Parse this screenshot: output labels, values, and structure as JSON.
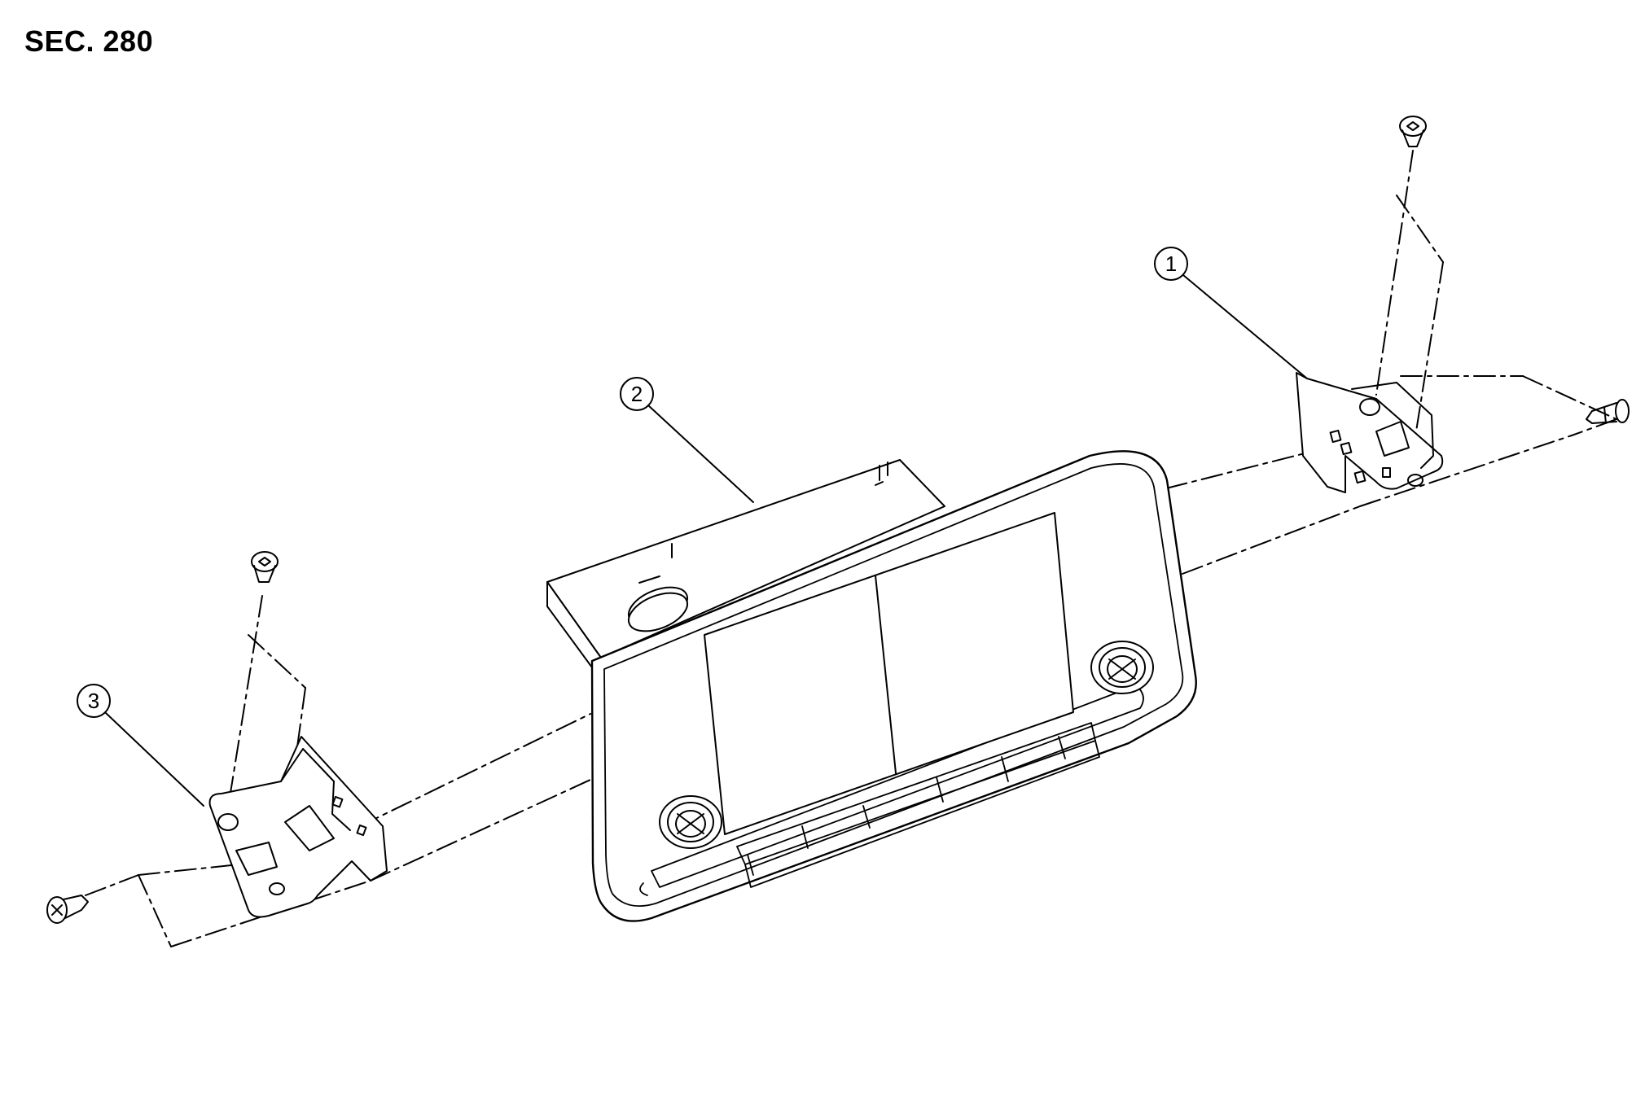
{
  "diagram": {
    "section_label": "SEC. 280",
    "callouts": [
      {
        "id": "callout-1",
        "label": "1"
      },
      {
        "id": "callout-2",
        "label": "2"
      },
      {
        "id": "callout-3",
        "label": "3"
      }
    ],
    "colors": {
      "line": "#000000",
      "background": "#ffffff"
    }
  }
}
